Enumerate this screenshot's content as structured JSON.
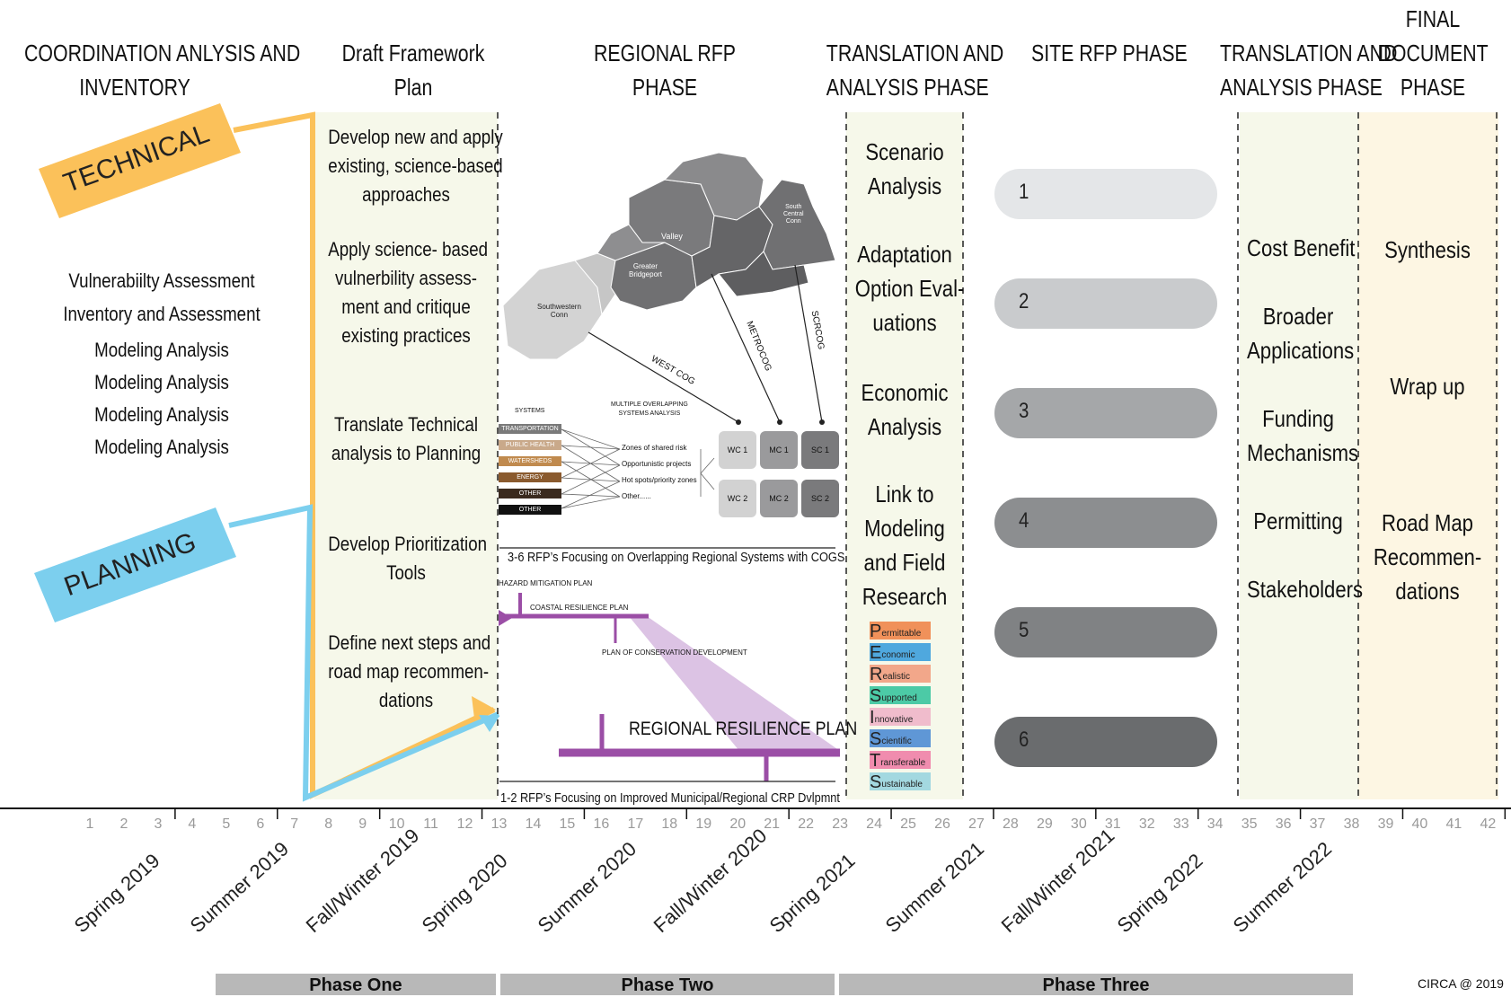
{
  "headers": {
    "col1_l1": "COORDINATION ANLYSIS AND",
    "col1_l2": "INVENTORY",
    "col2_l1": "Draft Framework",
    "col2_l2": "Plan",
    "col3_l1": "REGIONAL RFP",
    "col3_l2": "PHASE",
    "col4_l1": "TRANSLATION AND",
    "col4_l2": "ANALYSIS PHASE",
    "col5_l1": "SITE RFP PHASE",
    "col6_l1": "TRANSLATION AND",
    "col6_l2": "ANALYSIS  PHASE",
    "col7_l1": "FINAL",
    "col7_l2": "DOCUMENT",
    "col7_l3": "PHASE"
  },
  "banners": {
    "technical": "TECHNICAL",
    "planning": "PLANNING"
  },
  "inventory": [
    "Vulnerabiilty Assessment",
    "Inventory and Assessment",
    "Modeling Analysis",
    "Modeling Analysis",
    "Modeling Analysis",
    "Modeling Analysis"
  ],
  "framework": {
    "t1": [
      "Develop new and apply",
      "existing, science-based",
      "approaches"
    ],
    "t2": [
      "Apply science- based",
      "vulnerbility assess-",
      "ment and critique",
      "existing  practices"
    ],
    "t3": [
      "Translate Technical",
      "analysis to Planning"
    ],
    "t4": [
      "Develop Prioritization",
      "Tools"
    ],
    "t5": [
      "Define next steps and",
      "road map recommen-",
      "dations"
    ]
  },
  "map": {
    "valley": "Valley",
    "bridgeport_l1": "Greater",
    "bridgeport_l2": "Bridgeport",
    "southwestern_l1": "Southwestern",
    "southwestern_l2": "Conn",
    "southcentral_l1": "South",
    "southcentral_l2": "Central",
    "southcentral_l3": "Conn",
    "westcog": "WEST COG",
    "metrocog": "METROCOG",
    "scrcog": "SCRCOG"
  },
  "systems": {
    "title": "SYSTEMS",
    "multi_l1": "MULTIPLE OVERLAPPING",
    "multi_l2": "SYSTEMS ANALYSIS",
    "items": [
      "TRANSPORTATION",
      "PUBLIC HEALTH",
      "WATERSHEDS",
      "ENERGY",
      "OTHER",
      "OTHER"
    ],
    "colors": [
      "#7a7a7a",
      "#c9a98a",
      "#c08a4e",
      "#8a5a2e",
      "#3a2a1e",
      "#111111"
    ],
    "outcomes": [
      "Zones of shared risk",
      "Opportunistic projects",
      "Hot spots/priority zones",
      "Other......"
    ],
    "boxes_row1": [
      "WC 1",
      "MC 1",
      "SC 1"
    ],
    "boxes_row2": [
      "WC 2",
      "MC 2",
      "SC 2"
    ],
    "caption": "3-6 RFP’s Focusing on Overlapping Regional Systems with COGS"
  },
  "plans": {
    "hazard": "HAZARD MITIGATION PLAN",
    "coastal": "COASTAL RESILIENCE PLAN",
    "conservation": "PLAN OF CONSERVATION DEVELOPMENT",
    "regional": "REGIONAL RESILIENCE PLAN",
    "caption": "1-2 RFP’s Focusing on Improved Municipal/Regional CRP Dvlpmnt"
  },
  "translation": {
    "t1": [
      "Scenario",
      "Analysis"
    ],
    "t2": [
      "Adaptation",
      "Option Eval-",
      "uations"
    ],
    "t3": [
      "Economic",
      "Analysis"
    ],
    "t4": [
      "Link to",
      "Modeling",
      "and Field",
      "Research"
    ]
  },
  "persist": [
    {
      "letter": "P",
      "rest": "ermittable",
      "color": "#f0915a"
    },
    {
      "letter": "E",
      "rest": "conomic",
      "color": "#4fa8de"
    },
    {
      "letter": "R",
      "rest": "ealistic",
      "color": "#f2a78a"
    },
    {
      "letter": "S",
      "rest": "upported",
      "color": "#4ccaa6"
    },
    {
      "letter": "I",
      "rest": "nnovative",
      "color": "#f0bccc"
    },
    {
      "letter": "S",
      "rest": "cientific",
      "color": "#5f97d6"
    },
    {
      "letter": "T",
      "rest": "ransferable",
      "color": "#f08cae"
    },
    {
      "letter": "S",
      "rest": "ustainable",
      "color": "#a3d8e0"
    }
  ],
  "site_rfp": [
    "1",
    "2",
    "3",
    "4",
    "5",
    "6"
  ],
  "site_rfp_colors": [
    "#e4e6e8",
    "#c9cbcd",
    "#a5a7a9",
    "#8c8e90",
    "#808284",
    "#6a6c6e"
  ],
  "translation2": {
    "t1": [
      "Cost Benefit"
    ],
    "t2": [
      "Broader",
      "Applications"
    ],
    "t3": [
      "Funding",
      "Mechanisms"
    ],
    "t4": [
      "Permitting"
    ],
    "t5": [
      "Stakeholders"
    ]
  },
  "final": {
    "t1": [
      "Synthesis"
    ],
    "t2": [
      "Wrap up"
    ],
    "t3": [
      "Road Map",
      "Recommen-",
      "dations"
    ]
  },
  "months": [
    "1",
    "2",
    "3",
    "4",
    "5",
    "6",
    "7",
    "8",
    "9",
    "10",
    "11",
    "12",
    "13",
    "14",
    "15",
    "16",
    "17",
    "18",
    "19",
    "20",
    "21",
    "22",
    "23",
    "24",
    "25",
    "26",
    "27",
    "28",
    "29",
    "30",
    "31",
    "32",
    "33",
    "34",
    "35",
    "36",
    "37",
    "38",
    "39",
    "40",
    "41",
    "42"
  ],
  "seasons": [
    "Spring 2019",
    "Summer 2019",
    "Fall/Winter 2019",
    "Spring 2020",
    "Summer 2020",
    "Fall/Winter 2020",
    "Spring 2021",
    "Summer 2021",
    "Fall/Winter 2021",
    "Spring 2022",
    "Summer 2022"
  ],
  "phases": [
    "Phase One",
    "Phase Two",
    "Phase Three"
  ],
  "credit": "CIRCA @ 2019",
  "colors": {
    "technical": "#fbc15a",
    "planning": "#7ccfee",
    "green_band": "#f6f8ea",
    "cream_band": "#fdf6e3",
    "plan_purple": "#9b4ea6",
    "plan_purple_light": "#d6b8df",
    "map_dark": "#6e6e70",
    "map_light": "#d3d3d3"
  }
}
